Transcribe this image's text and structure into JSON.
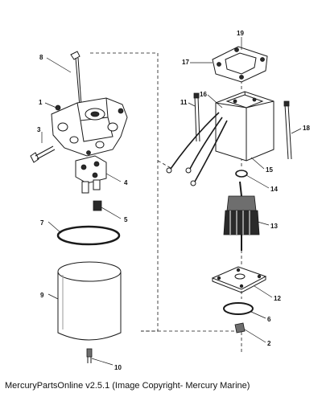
{
  "caption": "MercuryPartsOnline v2.5.1 (Image Copyright- Mercury Marine)",
  "callouts": [
    "1",
    "2",
    "3",
    "4",
    "5",
    "6",
    "7",
    "8",
    "9",
    "10",
    "11",
    "12",
    "13",
    "14",
    "15",
    "16",
    "17",
    "18",
    "19"
  ]
}
